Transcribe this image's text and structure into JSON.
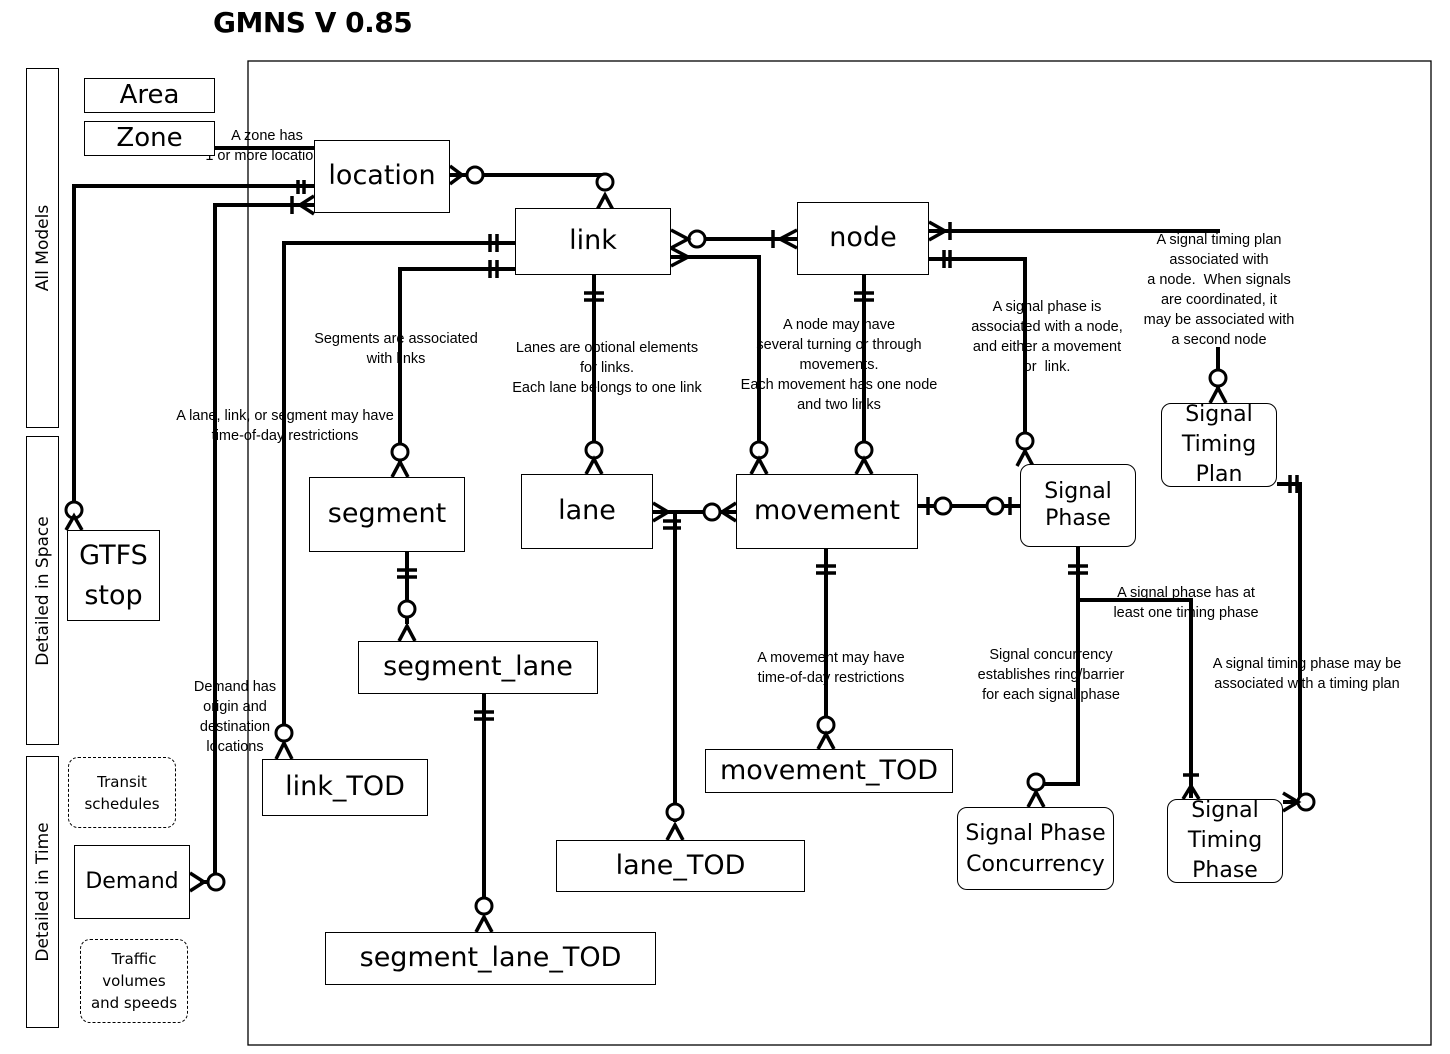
{
  "title": "GMNS V 0.85",
  "bands": [
    {
      "id": "all",
      "label": "All Models"
    },
    {
      "id": "space",
      "label": "Detailed in Space"
    },
    {
      "id": "time",
      "label": "Detailed in Time"
    }
  ],
  "entities": {
    "area": "Area",
    "zone": "Zone",
    "location": "location",
    "link": "link",
    "node": "node",
    "segment": "segment",
    "lane": "lane",
    "movement": "movement",
    "signal_phase": "Signal\nPhase",
    "signal_timing_plan": "Signal\nTiming\nPlan",
    "gtfs_stop": "GTFS\nstop",
    "segment_lane": "segment_lane",
    "link_tod": "link_TOD",
    "movement_tod": "movement_TOD",
    "lane_tod": "lane_TOD",
    "signal_phase_concurrency": "Signal Phase\nConcurrency",
    "signal_timing_phase": "Signal\nTiming\nPhase",
    "demand": "Demand",
    "segment_lane_tod": "segment_lane_TOD",
    "transit_schedules": "Transit\nschedules",
    "traffic_volumes": "Traffic\nvolumes\nand speeds"
  },
  "notes": {
    "zone_locations": "A zone has\n1 or more locations",
    "segments_links": "Segments are associated\nwith links",
    "lanes_links": "Lanes are optional elements\nfor links.\nEach lane belongs to one link",
    "node_movements": "A node may have\nseveral turning or through\nmovements.\nEach movement has one node\nand two links",
    "signal_phase_assoc": "A signal phase is\nassociated with a node,\nand either a movement\nor  link.",
    "timing_plan_assoc": "A signal timing plan\nassociated with\na node.  When signals\nare coordinated, it\nmay be associated with\na second node",
    "tod_restrictions": "A lane, link, or segment may have\ntime-of-day restrictions",
    "demand_locations": "Demand has\norigin and\ndestination\nlocations",
    "movement_tod": "A movement may have\ntime-of-day restrictions",
    "phase_timing": "A signal phase has at\nleast one timing phase",
    "concurrency": "Signal concurrency\nestablishes ring/barrier\nfor each signal phase",
    "timing_phase_plan": "A signal timing phase may be\nassociated with a timing plan"
  }
}
